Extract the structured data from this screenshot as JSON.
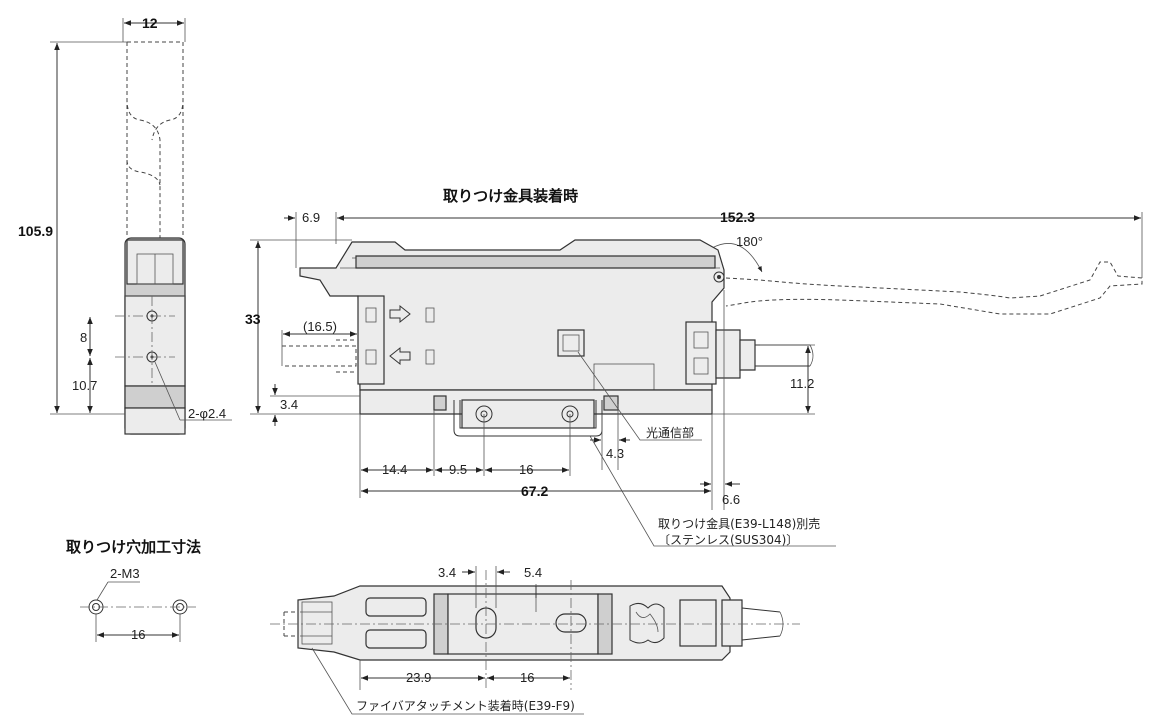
{
  "titles": {
    "with_bracket": "取りつけ金具装着時",
    "mount_holes": "取りつけ穴加工寸法"
  },
  "notes": {
    "light_comm": "光通信部",
    "bracket_line1": "取りつけ金具(E39-L148)別売",
    "bracket_line2": "〔ステンレス(SUS304)〕",
    "fiber_attach": "ファイバアタッチメント装着時(E39-F9)",
    "holes": "2-M3"
  },
  "dims": {
    "side_width": "12",
    "side_height": "105.9",
    "side_hole_pitch": "8",
    "side_hole_height": "10.7",
    "side_hole_dia": "2-φ2.4",
    "top_6_9": "6.9",
    "top_152_3": "152.3",
    "angle": "180°",
    "height_33": "33",
    "d_16_5": "(16.5)",
    "d_3_4": "3.4",
    "d_11_2": "11.2",
    "d_4_3": "4.3",
    "d_14_4": "14.4",
    "d_9_5": "9.5",
    "d_16a": "16",
    "d_67_2": "67.2",
    "d_6_6": "6.6",
    "mh_16": "16",
    "b_3_4": "3.4",
    "b_5_4": "5.4",
    "b_23_9": "23.9",
    "b_16": "16"
  },
  "colors": {
    "body": "#ececec",
    "line": "#333333"
  }
}
